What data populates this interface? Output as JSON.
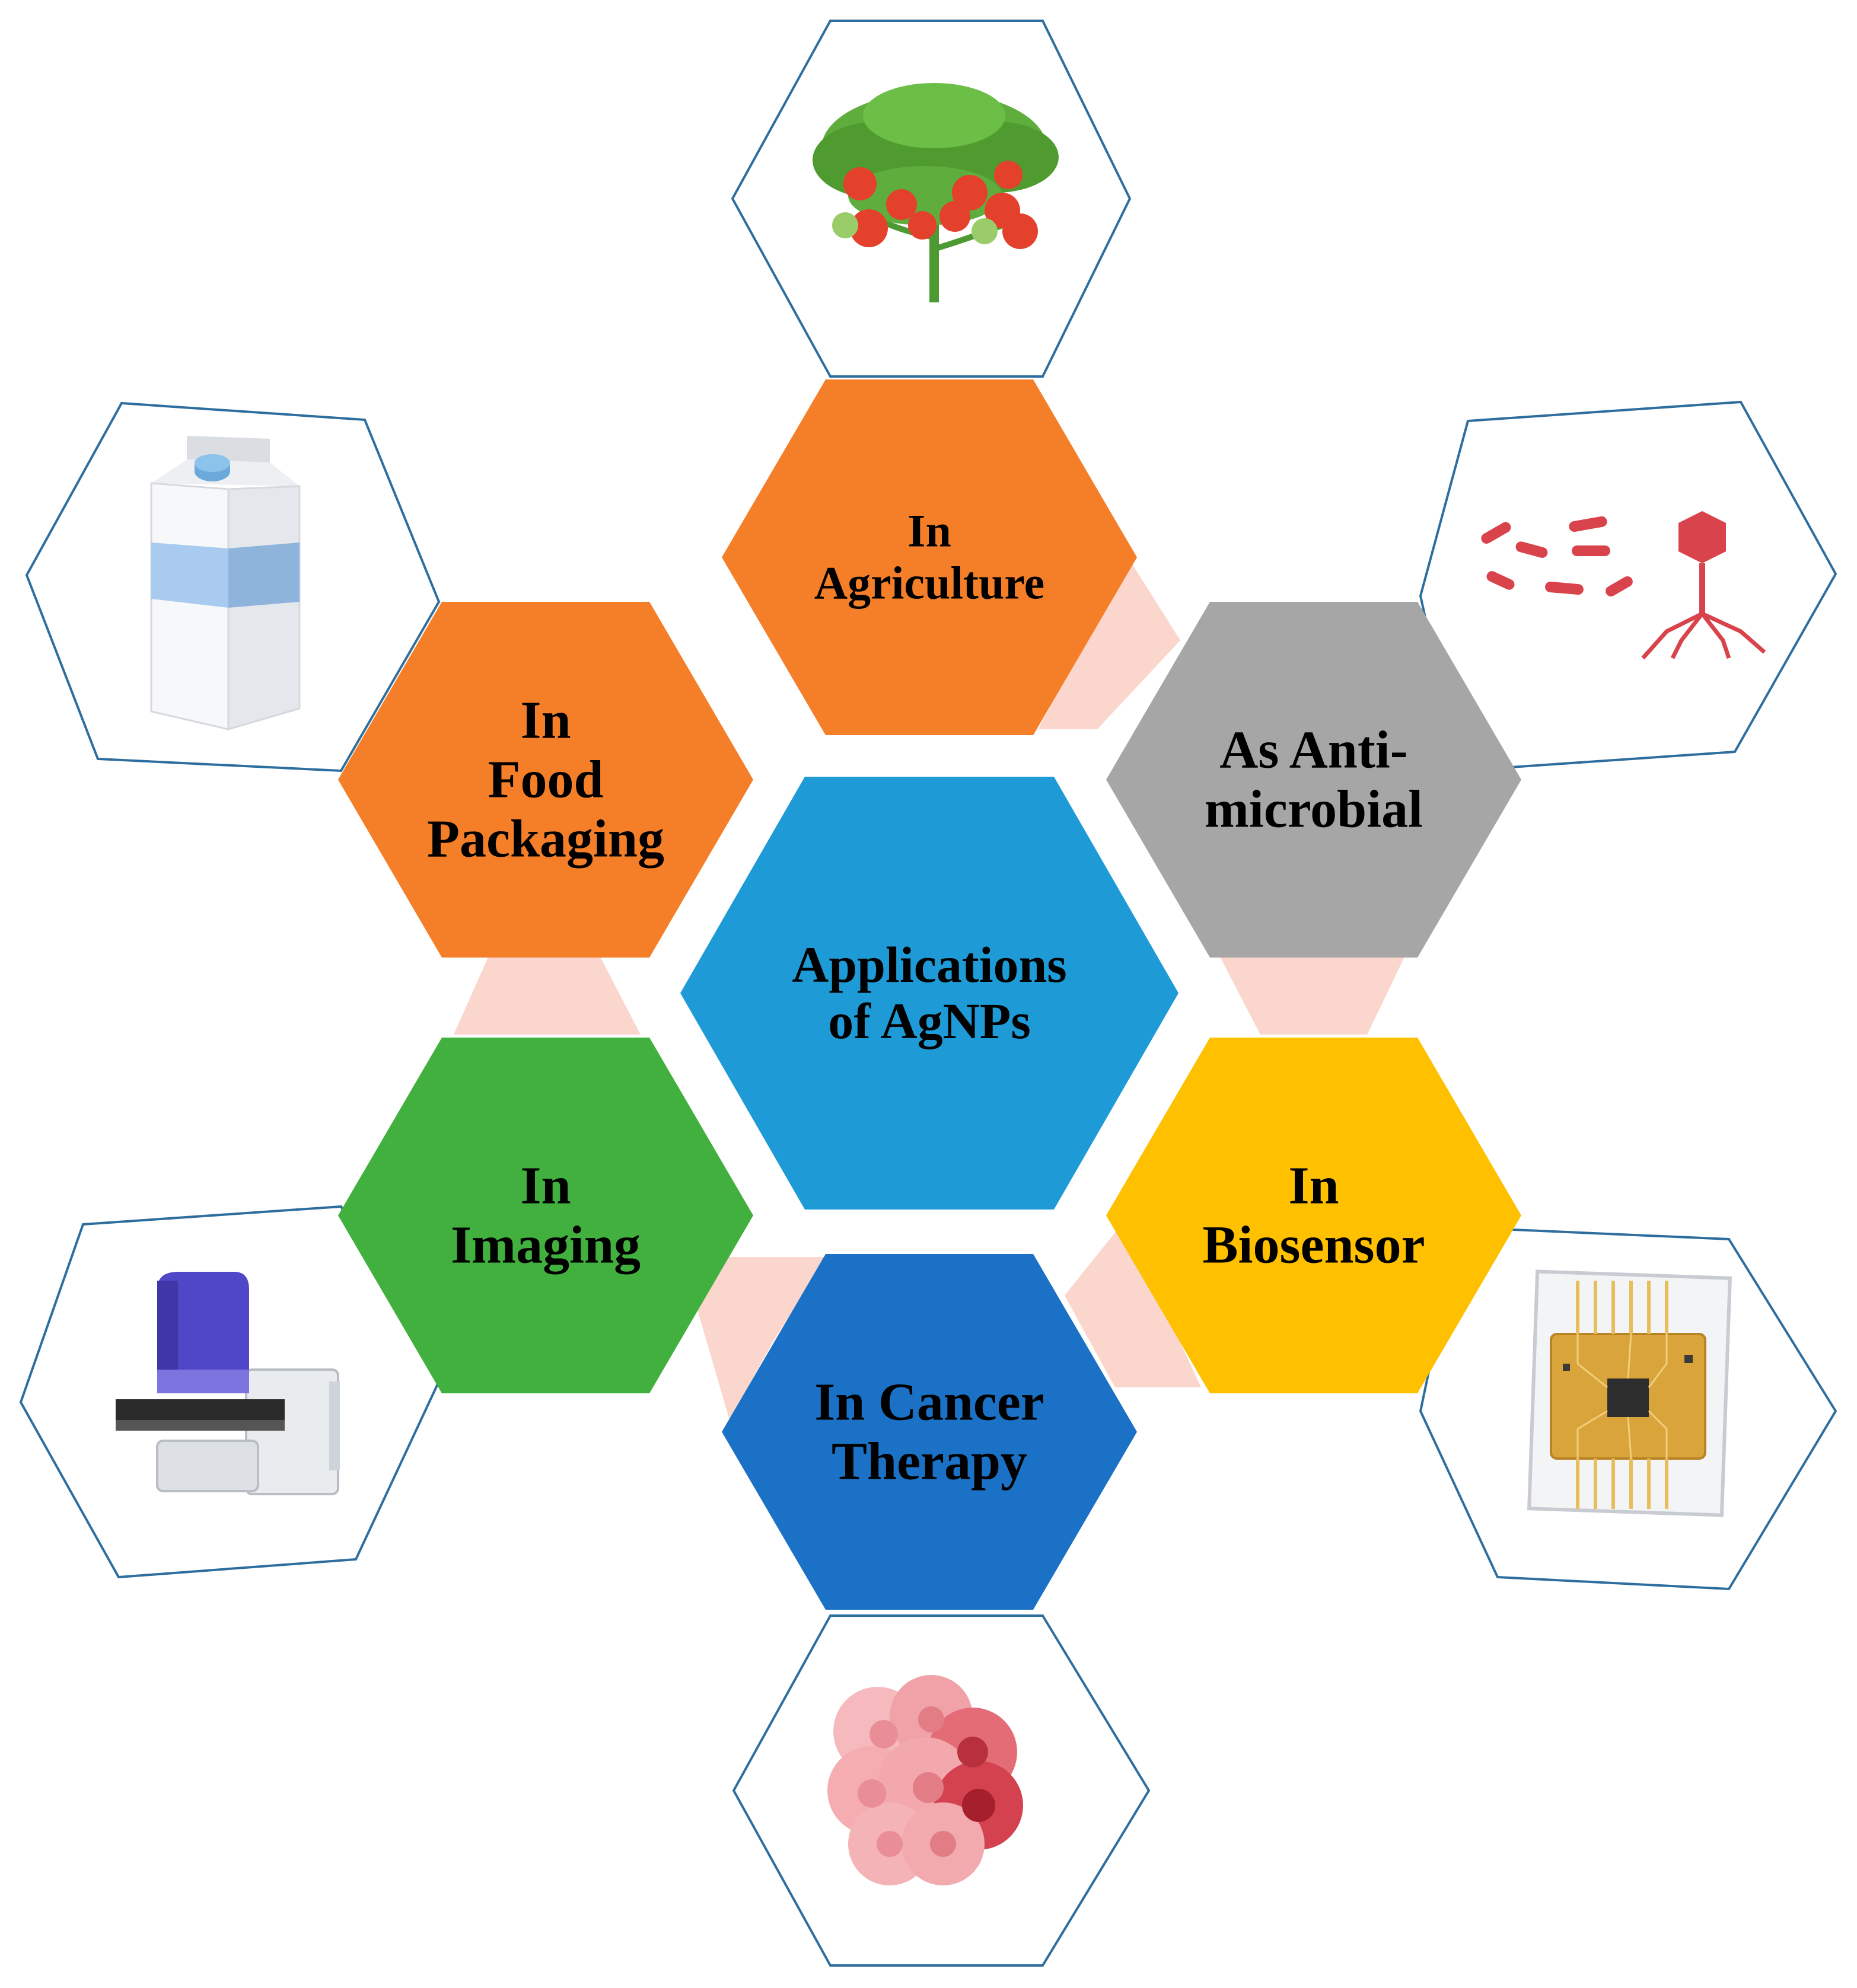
{
  "center": {
    "lines": [
      "Applications",
      "of AgNPs"
    ],
    "color": "#1E9BD7"
  },
  "applications": [
    {
      "id": "agriculture",
      "lines": [
        "In",
        "Agriculture"
      ],
      "color": "#F57F29",
      "icon": "tomato-plant-icon"
    },
    {
      "id": "antimicrobial",
      "lines": [
        "As Anti-",
        "microbial"
      ],
      "color": "#A6A6A6",
      "icon": "bacteriophage-icon"
    },
    {
      "id": "biosensor",
      "lines": [
        "In",
        "Biosensor"
      ],
      "color": "#FFC000",
      "icon": "microchip-icon"
    },
    {
      "id": "cancer-therapy",
      "lines": [
        "In Cancer",
        "Therapy"
      ],
      "color": "#1A71C5",
      "icon": "cancer-cells-icon"
    },
    {
      "id": "imaging",
      "lines": [
        "In",
        "Imaging"
      ],
      "color": "#41B03E",
      "icon": "microscope-icon"
    },
    {
      "id": "food-packaging",
      "lines": [
        "In",
        "Food",
        "Packaging"
      ],
      "color": "#F57F29",
      "icon": "milk-carton-icon"
    }
  ],
  "colors": {
    "connector": "#FBD6CC",
    "outline": "#2E6E9E",
    "text": "#000000"
  }
}
